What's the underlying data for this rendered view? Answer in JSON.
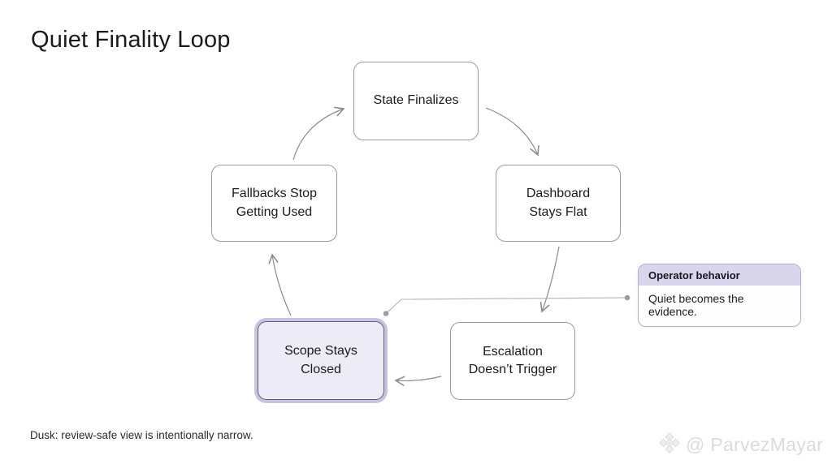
{
  "title": "Quiet Finality Loop",
  "footer_note": "Dusk: review-safe view is intentionally narrow.",
  "watermark": {
    "handle": "@ ParvezMayar",
    "icon": "gem-icon"
  },
  "diagram": {
    "nodes": [
      {
        "id": "state-finalizes",
        "label": "State Finalizes",
        "highlighted": false
      },
      {
        "id": "dashboard-stays-flat",
        "label": "Dashboard\nStays Flat",
        "highlighted": false
      },
      {
        "id": "escalation-doesnt-trigger",
        "label": "Escalation\nDoesn’t Trigger",
        "highlighted": false
      },
      {
        "id": "scope-stays-closed",
        "label": "Scope Stays\nClosed",
        "highlighted": true
      },
      {
        "id": "fallbacks-stop-getting-used",
        "label": "Fallbacks Stop\nGetting Used",
        "highlighted": false
      }
    ],
    "edges": [
      {
        "from": "fallbacks-stop-getting-used",
        "to": "state-finalizes"
      },
      {
        "from": "state-finalizes",
        "to": "dashboard-stays-flat"
      },
      {
        "from": "dashboard-stays-flat",
        "to": "escalation-doesnt-trigger"
      },
      {
        "from": "escalation-doesnt-trigger",
        "to": "scope-stays-closed"
      },
      {
        "from": "scope-stays-closed",
        "to": "fallbacks-stop-getting-used"
      }
    ],
    "callout": {
      "header": "Operator behavior",
      "body": "Quiet becomes the evidence.",
      "attached_to": "scope-stays-closed"
    },
    "colors": {
      "highlight_fill": "#edecf6",
      "highlight_border": "#5f5b7e",
      "highlight_ring": "#c7c2e2",
      "callout_header_bg": "#d8d5ec",
      "callout_border": "#b4afd2",
      "node_border": "#9a9a9a",
      "arrow": "#8b8b8b",
      "connector": "#b3b3b3"
    }
  }
}
